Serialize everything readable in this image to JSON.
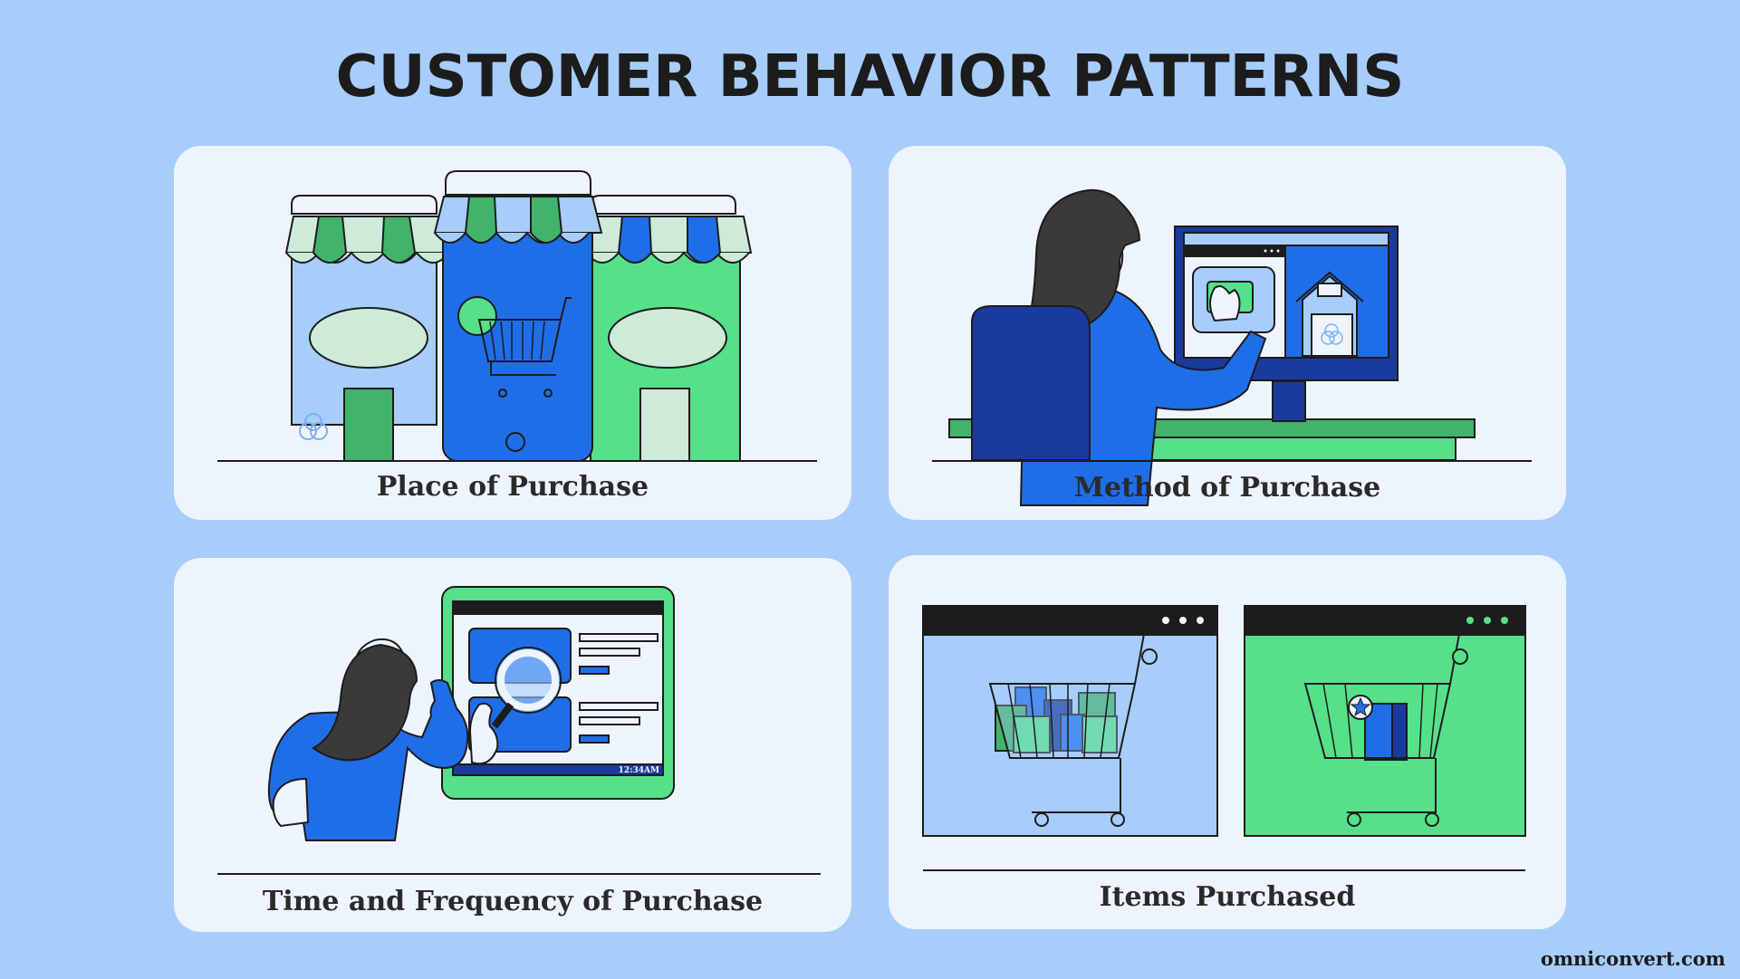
{
  "title": "CUSTOMER BEHAVIOR PATTERNS",
  "cards": [
    {
      "label": "Place of Purchase"
    },
    {
      "label": "Method of Purchase"
    },
    {
      "label": "Time and Frequency of Purchase"
    },
    {
      "label": "Items Purchased"
    }
  ],
  "screen_time": "12:34AM",
  "watermark": "omniconvert.com",
  "colors": {
    "background": "#a7cdfb",
    "card": "#eef4fd",
    "blue": "#1f6ee8",
    "dark_blue": "#1b3a9e",
    "light_blue": "#a7cdfb",
    "green": "#56e08a",
    "dark_green": "#41b36a",
    "mint": "#cdebd8",
    "ink": "#1c1c1c",
    "hair": "#3a3a3a"
  }
}
